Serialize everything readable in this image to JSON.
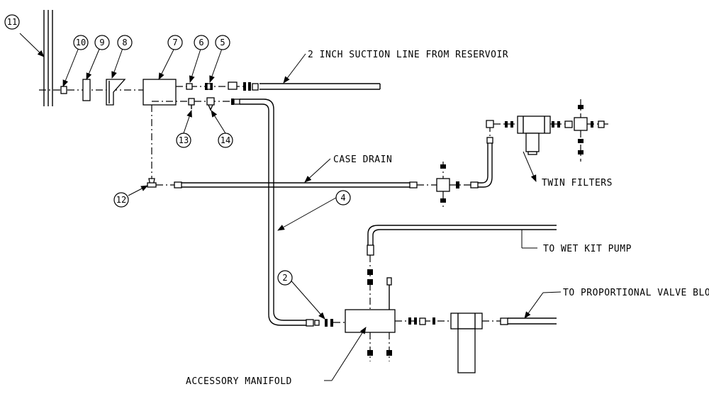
{
  "callouts": {
    "suction": "2 INCH SUCTION LINE FROM RESERVOIR",
    "case_drain": "CASE DRAIN",
    "twin_filters": "TWIN FILTERS",
    "wet_kit": "TO WET KIT PUMP",
    "proportional": "TO PROPORTIONAL VALVE BLOCK",
    "manifold": "ACCESSORY MANIFOLD"
  },
  "balloons": {
    "b2": "2",
    "b4": "4",
    "b5": "5",
    "b6": "6",
    "b7": "7",
    "b8": "8",
    "b9": "9",
    "b10": "10",
    "b11": "11",
    "b12": "12",
    "b13": "13",
    "b14": "14"
  }
}
